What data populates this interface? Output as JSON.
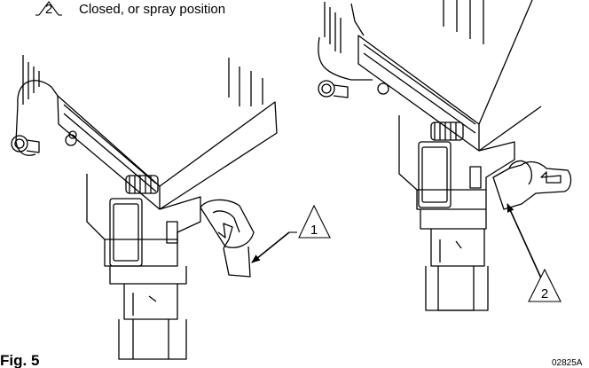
{
  "legend": {
    "number": "2",
    "text": "Closed, or spray position"
  },
  "callouts": {
    "one": "1",
    "two": "2"
  },
  "figure": {
    "label": "Fig. 5",
    "code": "02825A"
  }
}
